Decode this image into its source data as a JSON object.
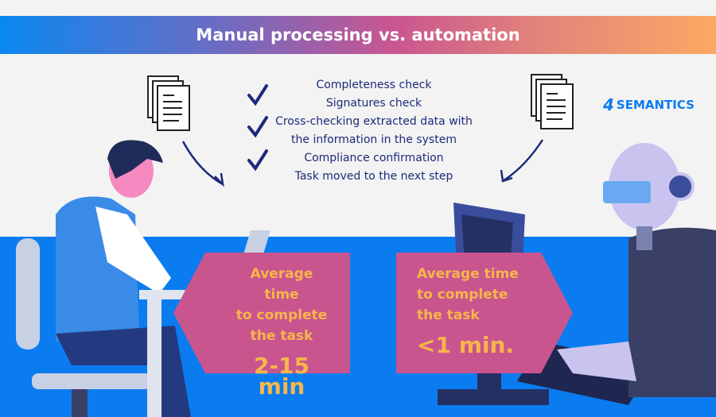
{
  "title": "Manual processing vs. automation",
  "logo": {
    "mark": "4",
    "text": "SEMANTICS"
  },
  "checklist": [
    "Completeness check",
    "Signatures check",
    "Cross-checking extracted data with",
    "the information in the system",
    "Compliance  confirmation",
    "Task moved to the next step"
  ],
  "manual": {
    "label_lines": [
      "Average time",
      "to complete",
      "the task"
    ],
    "value": "2-15 min"
  },
  "automation": {
    "label_lines": [
      "Average time",
      "to complete",
      "the task"
    ],
    "value": "<1 min."
  },
  "colors": {
    "accent_pink": "#c9558f",
    "label_yellow": "#f7b64a",
    "floor_blue": "#0a7cf0",
    "check_navy": "#1c2a7a"
  }
}
